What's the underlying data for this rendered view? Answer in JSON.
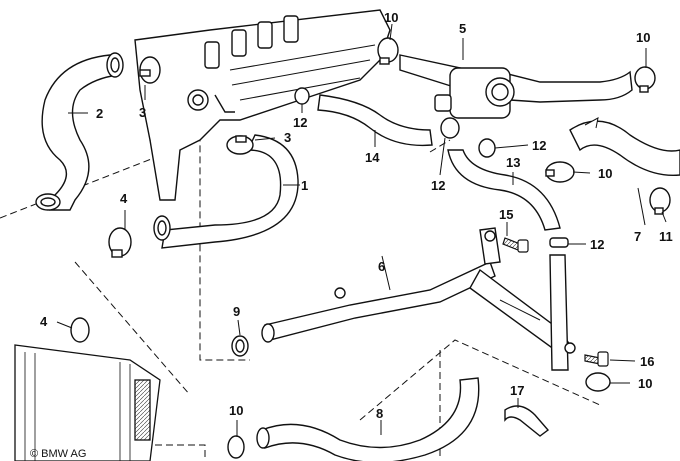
{
  "callouts": {
    "c1": "1",
    "c2": "2",
    "c3a": "3",
    "c3b": "3",
    "c4a": "4",
    "c4b": "4",
    "c5": "5",
    "c6": "6",
    "c7": "7",
    "c8": "8",
    "c9": "9",
    "c10a": "10",
    "c10b": "10",
    "c10c": "10",
    "c10d": "10",
    "c10e": "10",
    "c11": "11",
    "c12a": "12",
    "c12b": "12",
    "c12c": "12",
    "c12d": "12",
    "c13": "13",
    "c14": "14",
    "c15": "15",
    "c16": "16",
    "c17": "17"
  },
  "copyright": "© BMW AG"
}
